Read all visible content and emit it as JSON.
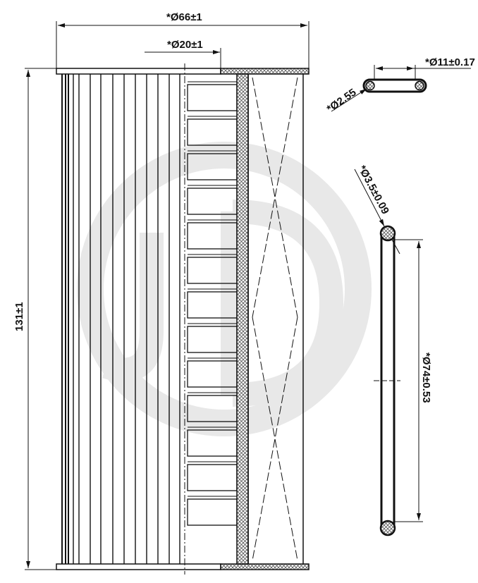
{
  "drawing": {
    "dimensions": {
      "outer_diameter": "*Ø66±1",
      "inner_diameter": "*Ø20±1",
      "height": "131±1",
      "small_oring_diameter": "*Ø11±0.17",
      "small_oring_section": "*Ø2.55",
      "large_oring_section": "*Ø3.5±0.09",
      "large_oring_diameter": "*Ø74±0.53"
    },
    "watermark_text": "JD",
    "pleat_count": 14,
    "slot_count": 13,
    "colors": {
      "line": "#111111",
      "watermark": "#e6e6e6",
      "mesh": "#777777"
    }
  }
}
